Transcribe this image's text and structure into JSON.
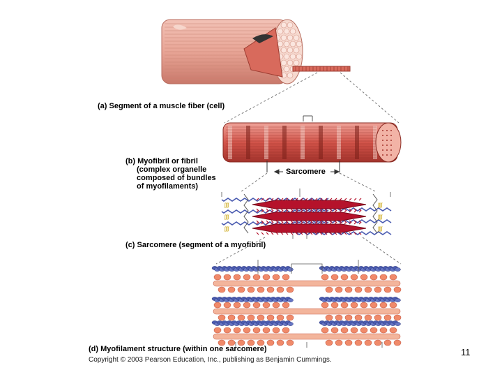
{
  "captions": {
    "a": {
      "letter": "(a)",
      "bold": "Segment of a muscle fiber",
      "plain": "(cell)"
    },
    "b": {
      "letter": "(b)",
      "bold": "Myofibril or fibril",
      "lines": [
        "(complex organelle",
        "composed of bundles",
        "of myofilaments)"
      ]
    },
    "c": {
      "letter": "(c)",
      "bold": "Sarcomere",
      "plain": "(segment of a myofibril)"
    },
    "d": {
      "letter": "(d)",
      "bold": "Myofilament structure",
      "plain": "(within one sarcomere)"
    }
  },
  "sarcomere_label": "Sarcomere",
  "page_number": "11",
  "copyright": "Copyright © 2003 Pearson Education, Inc., publishing as Benjamin Cummings.",
  "colors": {
    "fiber": "#e8a596",
    "fiber_dark": "#c9786a",
    "myofibril_red": "#c0392b",
    "myosin": "#b5122b",
    "actin_blue": "#4a5bb0",
    "myosin_head": "#f08a6a",
    "line": "#555555"
  }
}
